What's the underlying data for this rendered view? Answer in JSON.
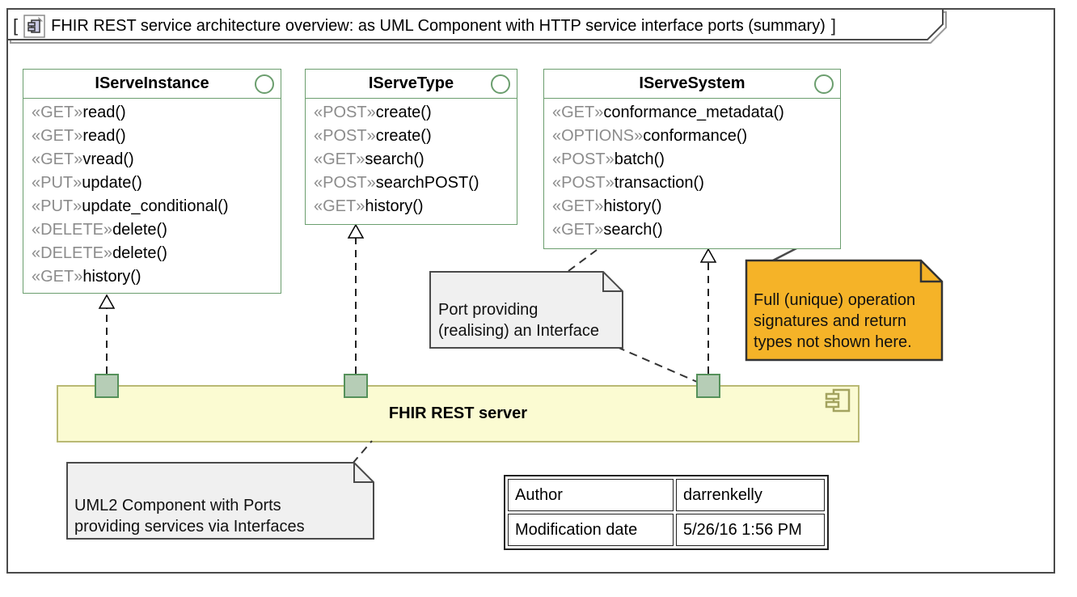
{
  "colors": {
    "frame_border": "#4a4a4a",
    "interface_border": "#6b9e6e",
    "stereotype_text": "#8c8c8c",
    "method_text": "#000000",
    "note_gray_fill": "#f0f0f0",
    "note_gray_border": "#4a4a4a",
    "note_orange_fill": "#f5b328",
    "note_orange_border": "#333333",
    "component_fill": "#fbfbd2",
    "component_border": "#b9b974",
    "component_icon": "#a3a35f",
    "port_fill": "#b6cdb6",
    "port_border": "#55915a",
    "shape_white": "#ffffff",
    "line_black": "#222222"
  },
  "frame_title": {
    "open_bracket": "[",
    "close_bracket": "]",
    "text": "FHIR REST service architecture overview: as UML Component with HTTP service interface ports (summary)"
  },
  "interfaces": [
    {
      "name": "IServeInstance",
      "methods": [
        {
          "stereotype": "«GET»",
          "name": "read()"
        },
        {
          "stereotype": "«GET»",
          "name": "read()"
        },
        {
          "stereotype": "«GET»",
          "name": "vread()"
        },
        {
          "stereotype": "«PUT»",
          "name": "update()"
        },
        {
          "stereotype": "«PUT»",
          "name": "update_conditional()"
        },
        {
          "stereotype": "«DELETE»",
          "name": "delete()"
        },
        {
          "stereotype": "«DELETE»",
          "name": "delete()"
        },
        {
          "stereotype": "«GET»",
          "name": "history()"
        }
      ]
    },
    {
      "name": "IServeType",
      "methods": [
        {
          "stereotype": "«POST»",
          "name": "create()"
        },
        {
          "stereotype": "«POST»",
          "name": "create()"
        },
        {
          "stereotype": "«GET»",
          "name": "search()"
        },
        {
          "stereotype": "«POST»",
          "name": "searchPOST()"
        },
        {
          "stereotype": "«GET»",
          "name": "history()"
        }
      ]
    },
    {
      "name": "IServeSystem",
      "methods": [
        {
          "stereotype": "«GET»",
          "name": "conformance_metadata()"
        },
        {
          "stereotype": "«OPTIONS»",
          "name": "conformance()"
        },
        {
          "stereotype": "«POST»",
          "name": "batch()"
        },
        {
          "stereotype": "«POST»",
          "name": "transaction()"
        },
        {
          "stereotype": "«GET»",
          "name": "history()"
        },
        {
          "stereotype": "«GET»",
          "name": "search()"
        }
      ]
    }
  ],
  "component": {
    "label": "FHIR REST server"
  },
  "notes": {
    "port": {
      "line1": "Port providing",
      "line2": "(realising) an Interface"
    },
    "signatures": {
      "line1": "Full (unique) operation",
      "line2": "signatures and return",
      "line3": "types not shown here."
    },
    "uml2": {
      "line1": "UML2 Component with Ports",
      "line2": "providing services via Interfaces"
    }
  },
  "metadata_table": {
    "rows": [
      {
        "label": "Author",
        "value": "darrenkelly"
      },
      {
        "label": "Modification date",
        "value": "5/26/16 1:56 PM"
      }
    ]
  }
}
